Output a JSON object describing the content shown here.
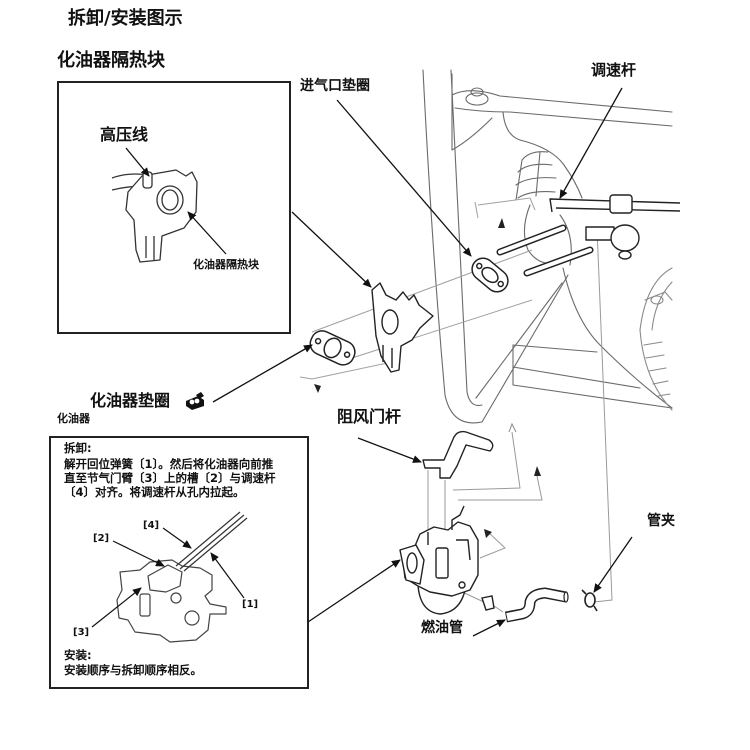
{
  "title": "拆卸/安装图示",
  "inset": {
    "title": "化油器隔热块",
    "label_hv_wire": "高压线",
    "label_heat_insulator": "化油器隔热块"
  },
  "callouts": {
    "intake_gasket": "进气口垫圈",
    "governor_rod": "调速杆",
    "carburetor_gasket": "化油器垫圈",
    "carburetor": "化油器",
    "choke_rod": "阻风门杆",
    "hose_clamp": "管夹",
    "fuel_tube": "燃油管"
  },
  "procedure": {
    "removal_heading": "拆卸:",
    "removal_lines": [
      "解开回位弹簧〔1〕。然后将化油器向前推",
      "直至节气门臂〔3〕上的槽〔2〕与调速杆",
      "〔4〕对齐。将调速杆从孔内拉起。"
    ],
    "markers": {
      "m1": "[1]",
      "m2": "[2]",
      "m3": "[3]",
      "m4": "[4]"
    },
    "install_heading": "安装:",
    "install_text": "安装顺序与拆卸顺序相反。"
  },
  "icons": {
    "carburetor_gasket": "gasket-icon"
  },
  "colors": {
    "ink": "#111111",
    "line_art": "#555555",
    "guide": "#9a9a9a",
    "background": "#ffffff"
  }
}
